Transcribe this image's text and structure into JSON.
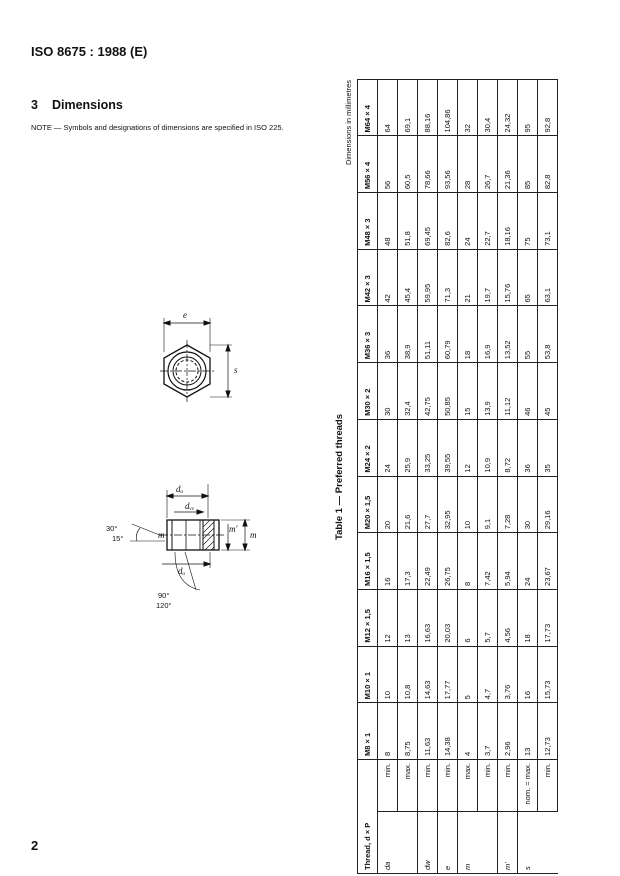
{
  "header": "ISO 8675 : 1988 (E)",
  "section": {
    "number": "3",
    "title": "Dimensions"
  },
  "note": "NOTE — Symbols and designations of dimensions are specified in ISO 225.",
  "figure": {
    "labels": {
      "e": "e",
      "s": "s",
      "m": "m",
      "m_prime": "m'",
      "da_top": "dₐ",
      "dw": "dᵥᵥ",
      "da_bottom": "dₐ",
      "angle_30": "30°",
      "angle_15": "15°",
      "angle_90": "90°",
      "angle_120": "120°"
    }
  },
  "table": {
    "caption": "Table 1 — Preferred threads",
    "units": "Dimensions in millimetres",
    "header_label": "Thread, d × P",
    "columns": [
      "M8 × 1",
      "M10 × 1",
      "M12 × 1,5",
      "M16 × 1,5",
      "M20 × 1,5",
      "M24 × 2",
      "M30 × 2",
      "M36 × 3",
      "M42 × 3",
      "M48 × 3",
      "M56 × 4",
      "M64 × 4"
    ],
    "rows": [
      {
        "symbol": "da",
        "limit": "min.",
        "values": [
          "8",
          "10",
          "12",
          "16",
          "20",
          "24",
          "30",
          "36",
          "42",
          "48",
          "56",
          "64"
        ]
      },
      {
        "symbol": "",
        "limit": "max.",
        "values": [
          "8,75",
          "10,8",
          "13",
          "17,3",
          "21,6",
          "25,9",
          "32,4",
          "38,9",
          "45,4",
          "51,8",
          "60,5",
          "69,1"
        ]
      },
      {
        "symbol": "dw",
        "limit": "min.",
        "values": [
          "11,63",
          "14,63",
          "16,63",
          "22,49",
          "27,7",
          "33,25",
          "42,75",
          "51,11",
          "59,95",
          "69,45",
          "78,66",
          "88,16"
        ]
      },
      {
        "symbol": "e",
        "limit": "min.",
        "values": [
          "14,38",
          "17,77",
          "20,03",
          "26,75",
          "32,95",
          "39,55",
          "50,85",
          "60,79",
          "71,3",
          "82,6",
          "93,56",
          "104,86"
        ]
      },
      {
        "symbol": "m",
        "limit": "max.",
        "values": [
          "4",
          "5",
          "6",
          "8",
          "10",
          "12",
          "15",
          "18",
          "21",
          "24",
          "28",
          "32"
        ]
      },
      {
        "symbol": "",
        "limit": "min.",
        "values": [
          "3,7",
          "4,7",
          "5,7",
          "7,42",
          "9,1",
          "10,9",
          "13,9",
          "16,9",
          "19,7",
          "22,7",
          "26,7",
          "30,4"
        ]
      },
      {
        "symbol": "m'",
        "limit": "min.",
        "values": [
          "2,96",
          "3,76",
          "4,56",
          "5,94",
          "7,28",
          "8,72",
          "11,12",
          "13,52",
          "15,76",
          "18,16",
          "21,36",
          "24,32"
        ]
      },
      {
        "symbol": "s",
        "limit": "nom. = max.",
        "values": [
          "13",
          "16",
          "18",
          "24",
          "30",
          "36",
          "46",
          "55",
          "65",
          "75",
          "85",
          "95"
        ]
      },
      {
        "symbol": "",
        "limit": "min.",
        "values": [
          "12,73",
          "15,73",
          "17,73",
          "23,67",
          "29,16",
          "35",
          "45",
          "53,8",
          "63,1",
          "73,1",
          "82,8",
          "92,8"
        ]
      }
    ]
  },
  "page_number": "2"
}
